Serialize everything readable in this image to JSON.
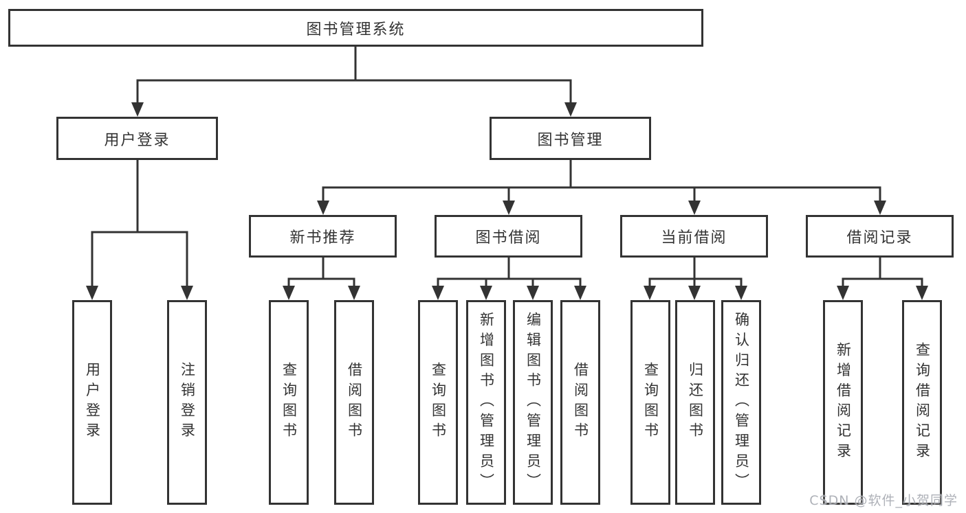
{
  "tree": {
    "label": "图书管理系统",
    "children": [
      {
        "label": "用户登录",
        "children": [
          {
            "label": "用户登录"
          },
          {
            "label": "注销登录"
          }
        ]
      },
      {
        "label": "图书管理",
        "children": [
          {
            "label": "新书推荐",
            "children": [
              {
                "label": "查询图书"
              },
              {
                "label": "借阅图书"
              }
            ]
          },
          {
            "label": "图书借阅",
            "children": [
              {
                "label": "查询图书"
              },
              {
                "label": "新增图书（管理员）"
              },
              {
                "label": "编辑图书（管理员）"
              },
              {
                "label": "借阅图书"
              }
            ]
          },
          {
            "label": "当前借阅",
            "children": [
              {
                "label": "查询图书"
              },
              {
                "label": "归还图书"
              },
              {
                "label": "确认归还（管理员）"
              }
            ]
          },
          {
            "label": "借阅记录",
            "children": [
              {
                "label": "新增借阅记录"
              },
              {
                "label": "查询借阅记录"
              }
            ]
          }
        ]
      }
    ]
  },
  "watermark": {
    "text": "CSDN @软件_小贺同学"
  },
  "colors": {
    "line": "#333333",
    "text": "#333333",
    "box_background": "#ffffff",
    "watermark": "#a8abb2"
  }
}
